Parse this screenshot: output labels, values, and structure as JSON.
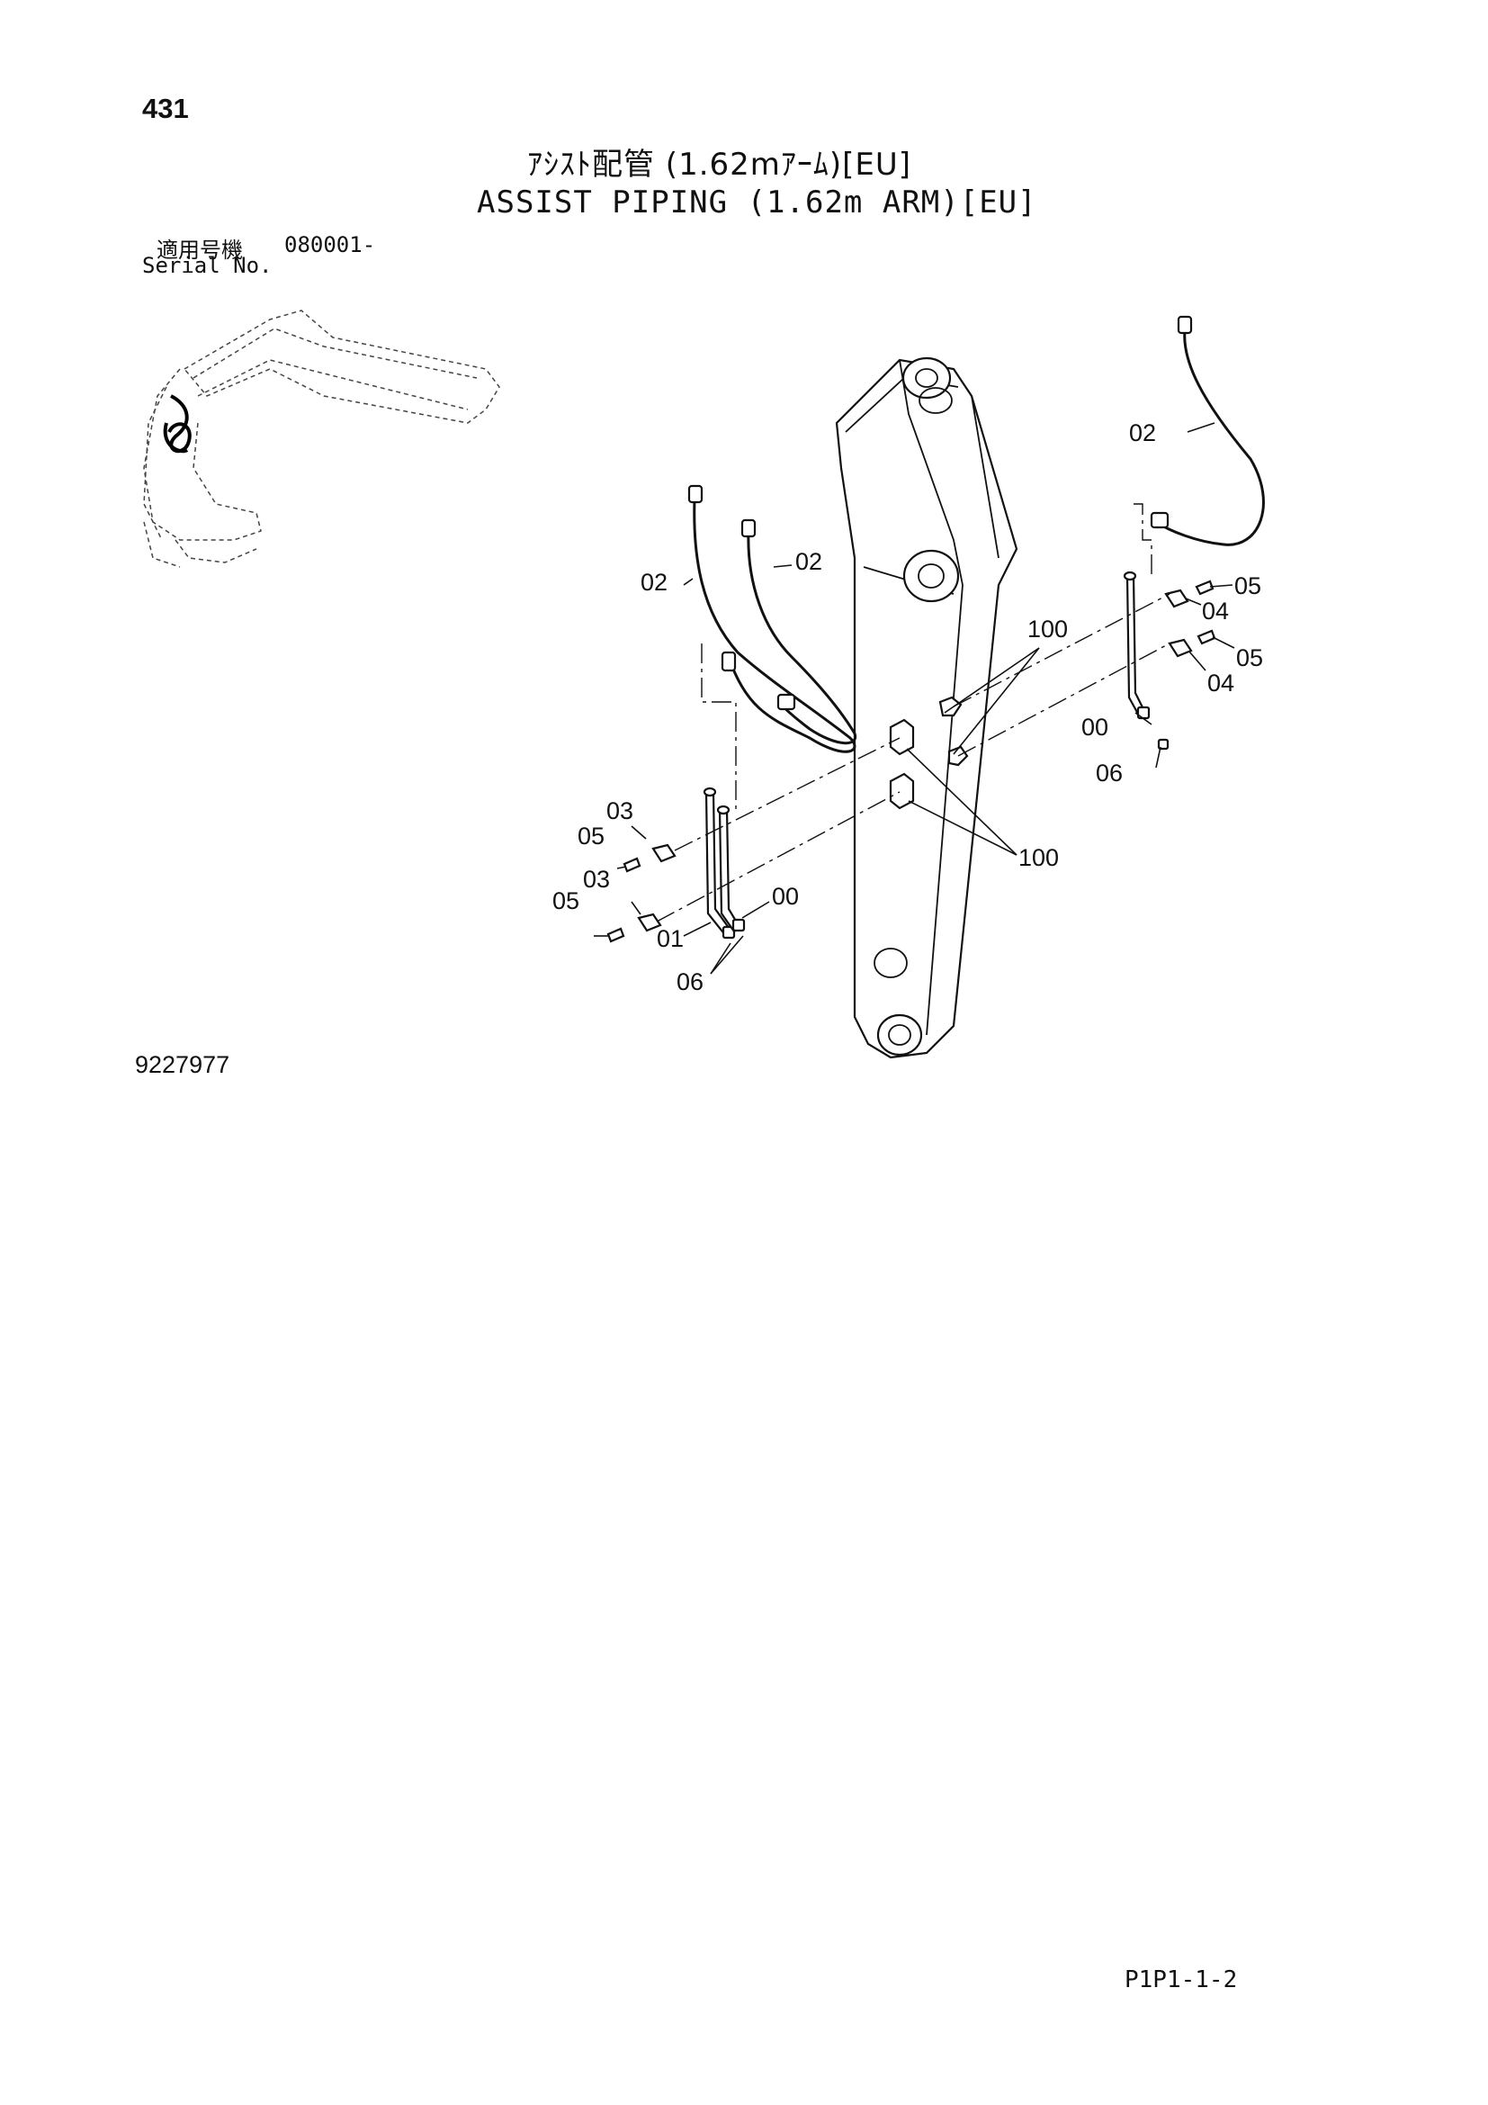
{
  "page": {
    "number": "431",
    "title_jp": "ｱｼｽﾄ配管 (1.62mｱｰﾑ)[EU]",
    "title_en": "ASSIST PIPING (1.62m ARM)[EU]",
    "serial_label_jp": "適用号機",
    "serial_value": "080001-",
    "serial_label_en": "Serial No.",
    "drawing_number": "9227977",
    "page_code": "P1P1-1-2"
  },
  "callouts": {
    "c02_top_right": "02",
    "c02_left_a": "02",
    "c02_left_b": "02",
    "c05_r1": "05",
    "c04_r1": "04",
    "c05_r2": "05",
    "c04_r2": "04",
    "c100_top": "100",
    "c00_right": "00",
    "c06_right": "06",
    "c100_bottom": "100",
    "c03_a": "03",
    "c05_a": "05",
    "c03_b": "03",
    "c05_b": "05",
    "c00_left": "00",
    "c01": "01",
    "c06_left": "06"
  }
}
